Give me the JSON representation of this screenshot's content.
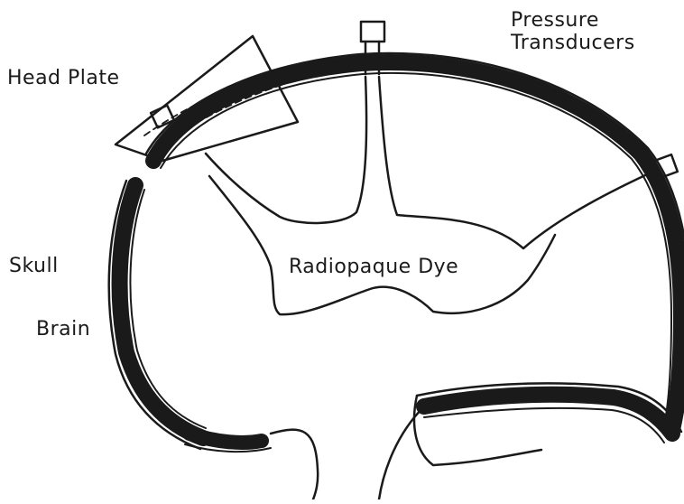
{
  "labels": {
    "head_plate": "Head Plate",
    "pressure_line1": "Pressure",
    "pressure_line2": "Transducers",
    "skull": "Skull",
    "brain": "Brain",
    "dye": "Radiopaque Dye"
  },
  "colors": {
    "ink": "#1a1a1a",
    "paper": "#ffffff"
  }
}
